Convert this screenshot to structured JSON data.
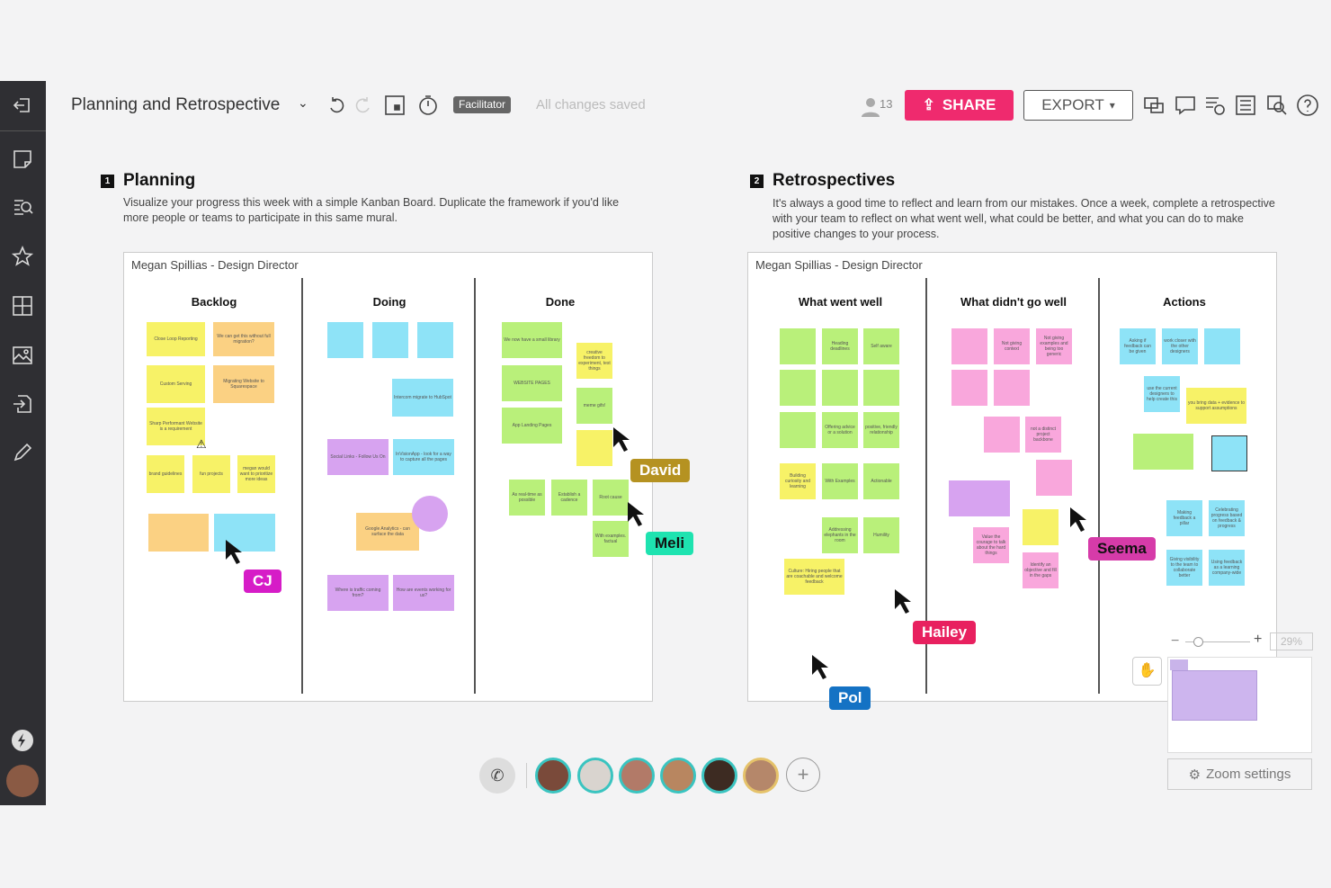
{
  "header": {
    "title": "Planning and Retrospective",
    "facilitator": "Facilitator",
    "save_status": "All changes saved",
    "user_count": "13",
    "share_label": "SHARE",
    "export_label": "EXPORT"
  },
  "planning": {
    "number": "1",
    "title": "Planning",
    "description": "Visualize your progress this week with a simple Kanban Board. Duplicate the framework if you'd like more people or teams to participate in this same mural.",
    "owner": "Megan Spillias - Design Director",
    "columns": [
      "Backlog",
      "Doing",
      "Done"
    ],
    "backlog_notes": [
      "Close Loop Reporting",
      "We can get this without full migration?",
      "Custom Serving",
      "Migrating Website to Squarespace",
      "Sharp Performant Website is a requirement",
      "brand guidelines",
      "fun projects",
      "megan would want to prioritize more ideas"
    ],
    "doing_notes": [
      "Google Analytics - can surface the data",
      "Where is traffic coming from?",
      "How are events working for us?",
      "Social Links - Follow Us On",
      "Intercom migrate to HubSpot",
      "InVisionApp - look for a way to capture all the pages"
    ],
    "done_notes": [
      "We now have a small library",
      "WEBSITE PAGES",
      "App Landing Pages",
      "creative freedom to experiment, test things",
      "meme gifs!",
      "As real-time as possible",
      "Establish a cadence",
      "Root cause",
      "With examples. factual"
    ]
  },
  "retro": {
    "number": "2",
    "title": "Retrospectives",
    "description": "It's always a good time to reflect and learn from our mistakes. Once a week, complete a retrospective with your team to reflect on what went well, what could be better, and what you can do to make positive changes to your process.",
    "owner": "Megan Spillias - Design Director",
    "columns": [
      "What went well",
      "What didn't go well",
      "Actions"
    ],
    "well_notes": [
      "Heading deadlines",
      "Self aware",
      "Offering advice or a solution",
      "positive, friendly relationship",
      "With Examples",
      "Actionable",
      "Humility",
      "Culture: Hiring people that are coachable and welcome feedback",
      "Building curiosity and learning",
      "Addressing elephants in the room"
    ],
    "notwell_notes": [
      "Not giving context",
      "Not giving examples and being too generic",
      "not a distinct project backbone",
      "Value the courage to talk about the hard things",
      "Identify an objective and fill in the gaps"
    ],
    "actions_notes": [
      "Asking if feedback can be given",
      "work closer with the other designers",
      "use the current designers to help create this",
      "you bring data + evidence to support assumptions",
      "Making feedback a pillar",
      "Celebrating progress based on feedback & progress",
      "Giving visibility to the team to collaborate better",
      "Using feedback as a learning company-wide"
    ]
  },
  "cursors": [
    "CJ",
    "David",
    "Meli",
    "Seema",
    "Hailey",
    "Pol"
  ],
  "cursor_colors": {
    "CJ": "#d61cc7",
    "David": "#b59221",
    "Meli": "#1ee3b0",
    "Seema": "#d63ba9",
    "Hailey": "#e8205f",
    "Pol": "#1472c4"
  },
  "zoom": {
    "level": "29%",
    "settings_label": "Zoom settings"
  }
}
